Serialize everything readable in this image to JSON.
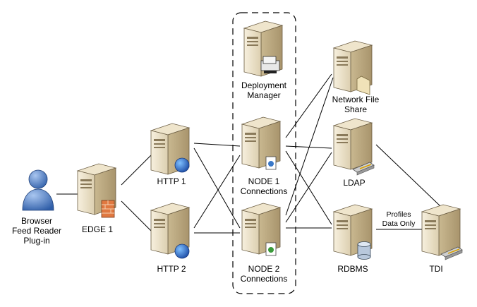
{
  "nodes": {
    "user": {
      "lines": [
        "Browser",
        "Feed Reader",
        "Plug-in"
      ]
    },
    "edge1": {
      "lines": [
        "EDGE 1"
      ]
    },
    "http1": {
      "lines": [
        "HTTP 1"
      ]
    },
    "http2": {
      "lines": [
        "HTTP 2"
      ]
    },
    "deploy": {
      "lines": [
        "Deployment",
        "Manager"
      ]
    },
    "node1": {
      "lines": [
        "NODE 1",
        "Connections"
      ]
    },
    "node2": {
      "lines": [
        "NODE 2",
        "Connections"
      ]
    },
    "nfs": {
      "lines": [
        "Network File",
        "Share"
      ]
    },
    "ldap": {
      "lines": [
        "LDAP"
      ]
    },
    "rdbms": {
      "lines": [
        "RDBMS"
      ]
    },
    "tdi": {
      "lines": [
        "TDI"
      ]
    }
  },
  "annotations": {
    "profiles": {
      "lines": [
        "Profiles",
        "Data Only"
      ]
    }
  },
  "colors": {
    "server_light": "#f3ead6",
    "server_mid": "#d6c8a6",
    "server_dark": "#a8946c",
    "outline": "#6b5d43",
    "user_blue": "#4f7fc6",
    "line": "#000000"
  },
  "icons": {
    "user": "user-icon",
    "server": "server-icon",
    "globe": "globe-icon",
    "firewall": "firewall-icon",
    "printer": "computer-icon",
    "document": "document-icon",
    "database": "database-icon",
    "folder": "folder-icon",
    "directory": "directory-icon"
  }
}
